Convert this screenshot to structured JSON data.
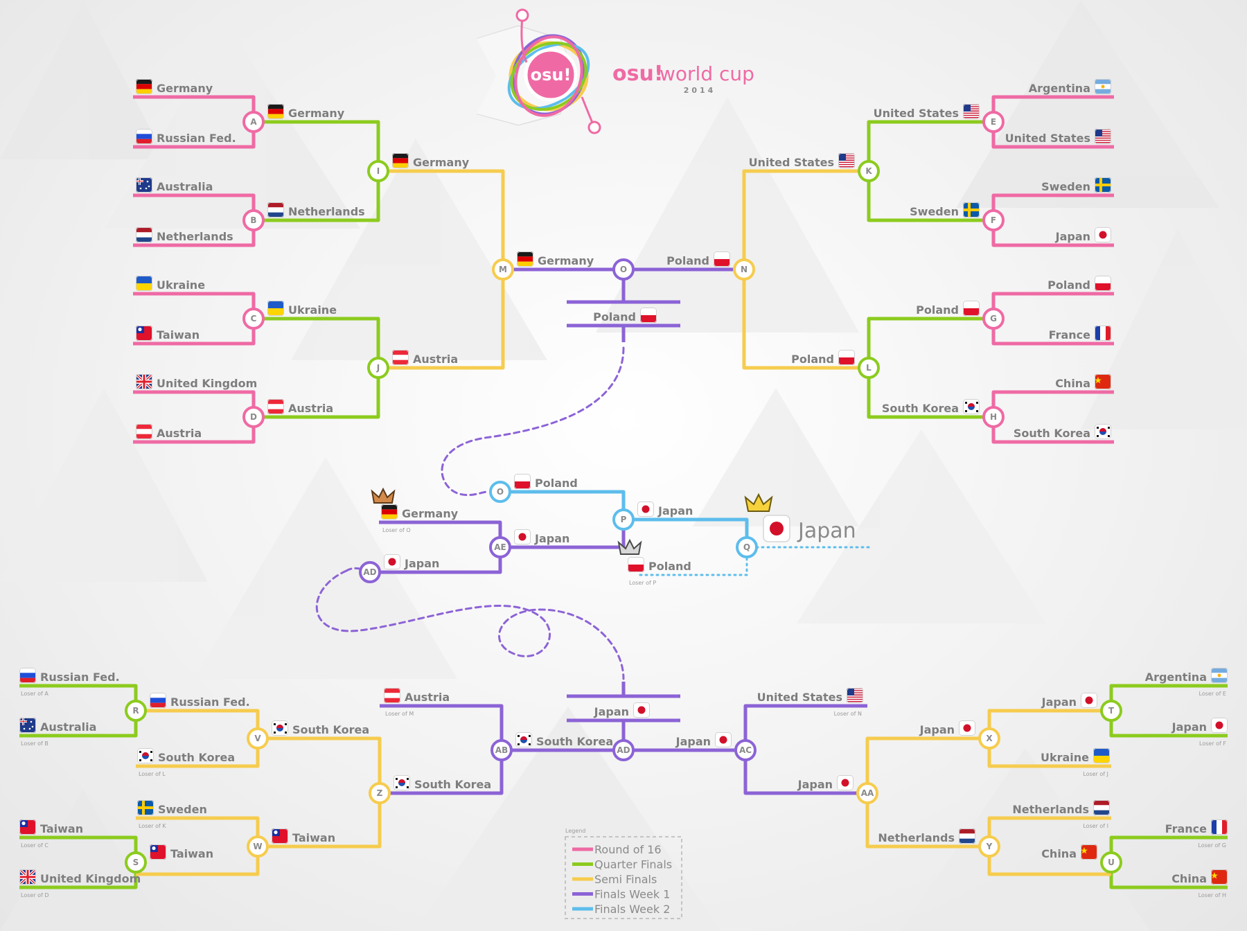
{
  "logo": {
    "badge": "osu!",
    "brand": "osu!",
    "title": "world cup",
    "year": "2014"
  },
  "colors": {
    "r16": "#ef6aa4",
    "qf": "#8ccb1e",
    "sf": "#f6cc4e",
    "fw1": "#8c63d6",
    "fw2": "#5dbdec",
    "node_fill": "#ffffff"
  },
  "legend": {
    "title": "Legend",
    "items": [
      {
        "label": "Round of 16",
        "color": "#ef6aa4"
      },
      {
        "label": "Quarter Finals",
        "color": "#8ccb1e"
      },
      {
        "label": "Semi Finals",
        "color": "#f6cc4e"
      },
      {
        "label": "Finals Week 1",
        "color": "#8c63d6"
      },
      {
        "label": "Finals Week 2",
        "color": "#5dbdec"
      }
    ]
  },
  "champion": {
    "name": "Japan",
    "flag": "JP"
  },
  "winners_bracket": {
    "left": [
      {
        "name": "Germany",
        "flag": "DE"
      },
      {
        "name": "Russian Fed.",
        "flag": "RU"
      },
      {
        "name": "Australia",
        "flag": "AU"
      },
      {
        "name": "Netherlands",
        "flag": "NL"
      },
      {
        "name": "Ukraine",
        "flag": "UA"
      },
      {
        "name": "Taiwan",
        "flag": "TW"
      },
      {
        "name": "United Kingdom",
        "flag": "UK"
      },
      {
        "name": "Austria",
        "flag": "AT"
      }
    ],
    "left_qf": [
      {
        "name": "Germany",
        "flag": "DE"
      },
      {
        "name": "Netherlands",
        "flag": "NL"
      },
      {
        "name": "Ukraine",
        "flag": "UA"
      },
      {
        "name": "Austria",
        "flag": "AT"
      }
    ],
    "left_sf": [
      {
        "name": "Germany",
        "flag": "DE"
      },
      {
        "name": "Austria",
        "flag": "AT"
      }
    ],
    "right": [
      {
        "name": "Argentina",
        "flag": "AR"
      },
      {
        "name": "United States",
        "flag": "US"
      },
      {
        "name": "Sweden",
        "flag": "SE"
      },
      {
        "name": "Japan",
        "flag": "JP"
      },
      {
        "name": "Poland",
        "flag": "PL"
      },
      {
        "name": "France",
        "flag": "FR"
      },
      {
        "name": "China",
        "flag": "CN"
      },
      {
        "name": "South Korea",
        "flag": "KR"
      }
    ],
    "right_qf": [
      {
        "name": "United States",
        "flag": "US"
      },
      {
        "name": "Sweden",
        "flag": "SE"
      },
      {
        "name": "Poland",
        "flag": "PL"
      },
      {
        "name": "South Korea",
        "flag": "KR"
      }
    ],
    "right_sf": [
      {
        "name": "United States",
        "flag": "US"
      },
      {
        "name": "Poland",
        "flag": "PL"
      }
    ],
    "final_left": {
      "name": "Germany",
      "flag": "DE"
    },
    "final_right": {
      "name": "Poland",
      "flag": "PL"
    },
    "winner": {
      "name": "Poland",
      "flag": "PL"
    }
  },
  "grand_final": {
    "o_entry": {
      "name": "Poland",
      "flag": "PL"
    },
    "ae_top": {
      "name": "Germany",
      "flag": "DE",
      "note": "Loser of O"
    },
    "ae_winner": {
      "name": "Japan",
      "flag": "JP"
    },
    "ad_entry": {
      "name": "Japan",
      "flag": "JP"
    },
    "p_winner": {
      "name": "Japan",
      "flag": "JP"
    },
    "p_loser": {
      "name": "Poland",
      "flag": "PL",
      "note": "Loser of P"
    }
  },
  "losers_bracket": {
    "left_r1": [
      {
        "name": "Russian Fed.",
        "flag": "RU",
        "note": "Loser of A"
      },
      {
        "name": "Australia",
        "flag": "AU",
        "note": "Loser of B"
      },
      {
        "name": "South Korea",
        "flag": "KR",
        "note": "Loser of L"
      },
      {
        "name": "Sweden",
        "flag": "SE",
        "note": "Loser of K"
      },
      {
        "name": "Taiwan",
        "flag": "TW",
        "note": "Loser of C"
      },
      {
        "name": "United Kingdom",
        "flag": "UK",
        "note": "Loser of D"
      }
    ],
    "left_r2": [
      {
        "name": "Russian Fed.",
        "flag": "RU"
      },
      {
        "name": "South Korea",
        "flag": "KR"
      },
      {
        "name": "Taiwan",
        "flag": "TW"
      },
      {
        "name": "Taiwan",
        "flag": "TW"
      }
    ],
    "left_r3": [
      {
        "name": "South Korea",
        "flag": "KR"
      }
    ],
    "left_ab": [
      {
        "name": "Austria",
        "flag": "AT",
        "note": "Loser of M"
      },
      {
        "name": "South Korea",
        "flag": "KR"
      }
    ],
    "right_r1": [
      {
        "name": "Argentina",
        "flag": "AR",
        "note": "Loser of E"
      },
      {
        "name": "Japan",
        "flag": "JP",
        "note": "Loser of F"
      },
      {
        "name": "Ukraine",
        "flag": "UA",
        "note": "Loser of J"
      },
      {
        "name": "Netherlands",
        "flag": "NL",
        "note": "Loser of I"
      },
      {
        "name": "France",
        "flag": "FR",
        "note": "Loser of G"
      },
      {
        "name": "China",
        "flag": "CN",
        "note": "Loser of H"
      }
    ],
    "right_r2": [
      {
        "name": "Japan",
        "flag": "JP"
      },
      {
        "name": "Japan",
        "flag": "JP"
      },
      {
        "name": "Netherlands",
        "flag": "NL"
      },
      {
        "name": "China",
        "flag": "CN"
      }
    ],
    "right_r3": [
      {
        "name": "Japan",
        "flag": "JP"
      }
    ],
    "right_ac": [
      {
        "name": "United States",
        "flag": "US",
        "note": "Loser of N"
      },
      {
        "name": "Japan",
        "flag": "JP"
      }
    ],
    "ad_left": {
      "name": "South Korea",
      "flag": "KR"
    },
    "ad_right": {
      "name": "Japan",
      "flag": "JP"
    },
    "winner": {
      "name": "Japan",
      "flag": "JP"
    }
  },
  "nodes": {
    "A": "A",
    "B": "B",
    "C": "C",
    "D": "D",
    "E": "E",
    "F": "F",
    "G": "G",
    "H": "H",
    "I": "I",
    "J": "J",
    "K": "K",
    "L": "L",
    "M": "M",
    "N": "N",
    "O": "O",
    "O2": "O",
    "P": "P",
    "Q": "Q",
    "AE": "AE",
    "AD2": "AD",
    "R": "R",
    "S": "S",
    "T": "T",
    "U": "U",
    "V": "V",
    "W": "W",
    "X": "X",
    "Y": "Y",
    "Z": "Z",
    "AA": "AA",
    "AB": "AB",
    "AC": "AC",
    "AD": "AD"
  }
}
